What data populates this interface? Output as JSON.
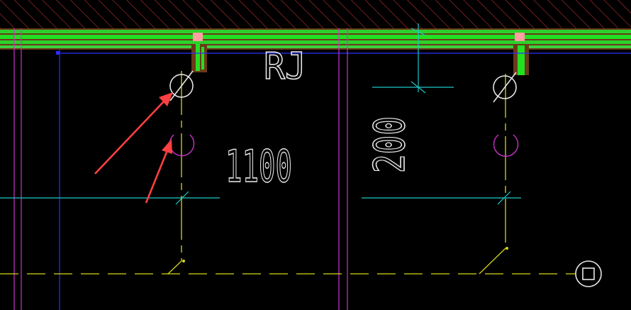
{
  "drawing": {
    "labels": {
      "top_text": "RJ",
      "dimension_horizontal": "1100",
      "dimension_vertical": "200"
    },
    "symbols": {
      "diameter_left": "diameter-symbol",
      "diameter_right": "diameter-symbol",
      "grid_marker": "square-circle-marker"
    },
    "colors": {
      "background": "#000000",
      "slab_hatch": "#c0392b",
      "beam_green": "#2bd12b",
      "beam_highlight": "#ffa3a3",
      "magenta_line": "#cc33cc",
      "blue_line": "#2f2fff",
      "cyan_line": "#1fc9c9",
      "yellow_line": "#d6d61a",
      "white_symbol": "#e6e6e6",
      "annotation_arrow": "#ff4040"
    }
  }
}
